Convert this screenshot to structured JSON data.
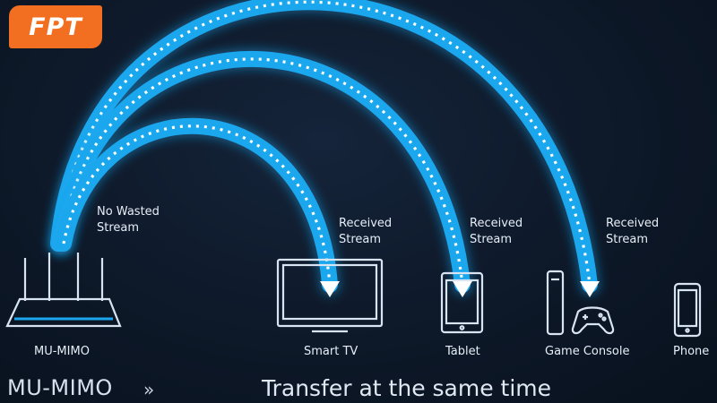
{
  "brand": {
    "logo_text": "FPT"
  },
  "router": {
    "label": "MU-MIMO",
    "note": [
      "No Wasted",
      "Stream"
    ]
  },
  "devices": [
    {
      "name": "Smart TV",
      "status": [
        "Received",
        "Stream"
      ],
      "icon": "tv-icon"
    },
    {
      "name": "Tablet",
      "status": [
        "Received",
        "Stream"
      ],
      "icon": "tablet-icon"
    },
    {
      "name": "Game Console",
      "status": [
        "Received",
        "Stream"
      ],
      "icon": "game-console-icon"
    },
    {
      "name": "Phone",
      "icon": "phone-icon"
    }
  ],
  "footer": {
    "title": "MU-MIMO",
    "chevron": "»",
    "tagline": "Transfer at the same time"
  },
  "colors": {
    "beam": "#1aa7ee",
    "beam_dots": "#ffffff",
    "icon_stroke": "#d8e4f2",
    "logo": "#f26f21",
    "background": "#0d1828"
  }
}
